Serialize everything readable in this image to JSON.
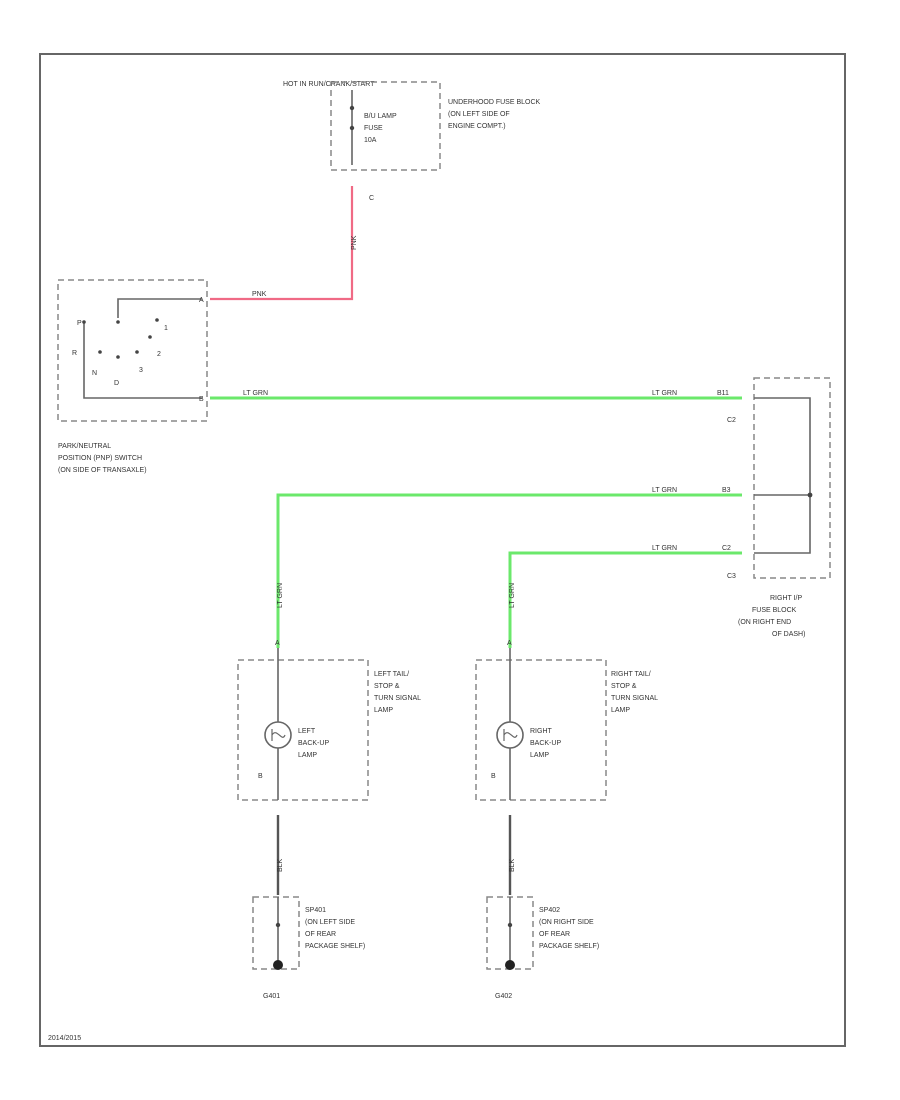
{
  "power_source": "HOT IN RUN/CRANK/START",
  "fuse": {
    "name": "B/U LAMP",
    "type": "FUSE",
    "rating": "10A"
  },
  "underhood_fuse_block": [
    "UNDERHOOD FUSE BLOCK",
    "(ON LEFT SIDE OF",
    "ENGINE COMPT.)"
  ],
  "fuse_connector": "C",
  "pink_wire": {
    "vertical": "PNK",
    "horizontal": "PNK"
  },
  "pnp_switch": {
    "pins": [
      "A",
      "B"
    ],
    "contacts": [
      "P",
      "R",
      "N",
      "D",
      "3",
      "2",
      "1"
    ],
    "label": [
      "PARK/NEUTRAL",
      "POSITION (PNP) SWITCH",
      "(ON SIDE OF TRANSAXLE)"
    ]
  },
  "green_wires": [
    {
      "color": "LT GRN",
      "color_end": "LT GRN",
      "terminal": "B11"
    },
    {
      "color": "LT GRN",
      "terminal": "B3"
    },
    {
      "color": "LT GRN",
      "terminal": "C2"
    }
  ],
  "rh_fuse_block": {
    "connectors": [
      "C2",
      "C3"
    ],
    "label": [
      "RIGHT I/P",
      "FUSE BLOCK",
      "(ON RIGHT END",
      "OF DASH)"
    ]
  },
  "left_lamp": {
    "feed_wire": "LT GRN",
    "pin_a": "A",
    "pin_b": "B",
    "assembly": [
      "LEFT TAIL/",
      "STOP &",
      "TURN SIGNAL",
      "LAMP"
    ],
    "name": [
      "LEFT",
      "BACK-UP",
      "LAMP"
    ],
    "ground_wire": "BLK",
    "splice": [
      "SP401",
      "(ON LEFT SIDE",
      "OF REAR",
      "PACKAGE SHELF)"
    ],
    "ground": "G401"
  },
  "right_lamp": {
    "feed_wire": "LT GRN",
    "pin_a": "A",
    "pin_b": "B",
    "assembly": [
      "RIGHT TAIL/",
      "STOP &",
      "TURN SIGNAL",
      "LAMP"
    ],
    "name": [
      "RIGHT",
      "BACK-UP",
      "LAMP"
    ],
    "ground_wire": "BLK",
    "splice": [
      "SP402",
      "(ON RIGHT SIDE",
      "OF REAR",
      "PACKAGE SHELF)"
    ],
    "ground": "G402"
  },
  "footer": "2014/2015"
}
